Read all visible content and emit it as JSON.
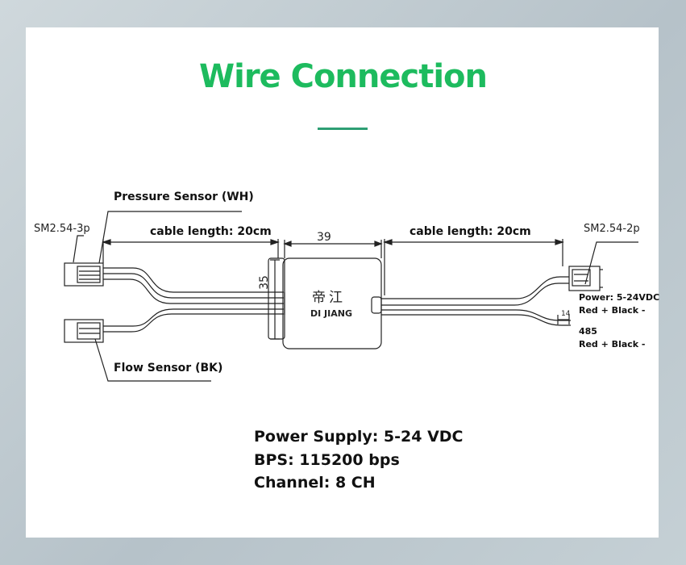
{
  "title": "Wire Connection",
  "diagram": {
    "pressure_sensor_label": "Pressure Sensor (WH)",
    "flow_sensor_label": "Flow Sensor (BK)",
    "left_connector_label": "SM2.54-3p",
    "right_connector_label": "SM2.54-2p",
    "cable_length_left": "cable length: 20cm",
    "cable_length_right": "cable length: 20cm",
    "module_width": "39",
    "module_height": "35",
    "module_brand_cn": "帝江",
    "module_brand_en": "DI JIANG",
    "power_label": "Power: 5-24VDC",
    "power_wires": "Red + Black -",
    "rs485_label": "485",
    "rs485_wires": "Red + Black -",
    "strip_length": "14"
  },
  "specs": [
    "Power Supply: 5-24 VDC",
    "BPS: 115200 bps",
    "Channel: 8 CH"
  ],
  "colors": {
    "title": "#1dbb5e",
    "title_rule": "#2e9e74",
    "line": "#222222",
    "background": "#ffffff"
  }
}
